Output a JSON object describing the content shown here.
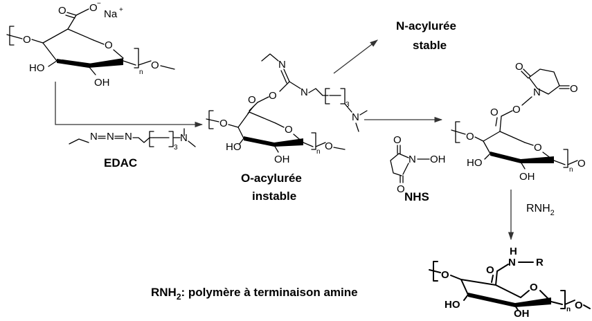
{
  "molecules": {
    "start": {
      "carboxylate_o": "O",
      "carboxylate_charge": "−",
      "sodium": "Na",
      "sodium_charge": "+",
      "ring_o": "O",
      "ring_substituent_o": "O",
      "glycosidic_o": "O",
      "hydroxyl_left": "HO",
      "hydroxyl_bottom": "OH",
      "repeat_n": "n"
    },
    "edac": {
      "n1": "N",
      "n2": "N",
      "n3": "N",
      "n4": "N",
      "subscript": "3"
    },
    "intermediate": {
      "n_top": "N",
      "n_mid": "N",
      "n_right": "N",
      "subscript": "3",
      "carbonyl_o": "O",
      "ester_o": "O",
      "ring_o": "O",
      "substituent_o": "O",
      "glycosidic_o": "O",
      "hydroxyl_left": "HO",
      "hydroxyl_bottom": "OH",
      "repeat_n": "n"
    },
    "nhs": {
      "o_top": "O",
      "o_bottom": "O",
      "n": "N",
      "oh": "OH"
    },
    "nhs_ester": {
      "succ_o_top": "O",
      "succ_o_right": "O",
      "n": "N",
      "ester_o": "O",
      "carbonyl_o": "O",
      "ring_o": "O",
      "substituent_o": "O",
      "glycosidic_o": "O",
      "hydroxyl_left": "HO",
      "hydroxyl_bottom": "OH",
      "repeat_n": "n"
    },
    "amide": {
      "h": "H",
      "n": "N",
      "r": "R",
      "carbonyl_o": "O",
      "ring_o": "O",
      "substituent_o": "O",
      "glycosidic_o": "O",
      "hydroxyl_left": "HO",
      "hydroxyl_bottom": "OH",
      "repeat_n": "n"
    }
  },
  "labels": {
    "edac": "EDAC",
    "o_acyl_line1": "O-acylurée",
    "o_acyl_line2": "instable",
    "n_acyl_line1": "N-acylurée",
    "n_acyl_line2": "stable",
    "nhs": "NHS",
    "rnh2_main": "RNH",
    "rnh2_sub": "2",
    "legend_main": "RNH",
    "legend_sub": "2",
    "legend_rest": ": polymère à terminaison amine"
  }
}
